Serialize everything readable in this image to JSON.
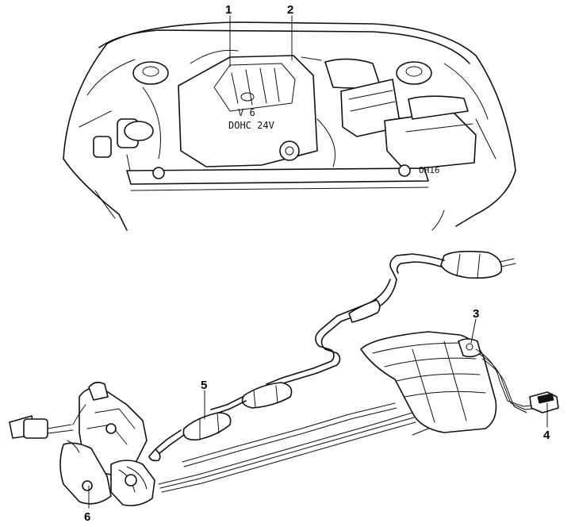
{
  "callouts": [
    {
      "id": "1",
      "label": "1"
    },
    {
      "id": "2",
      "label": "2"
    },
    {
      "id": "3",
      "label": "3"
    },
    {
      "id": "4",
      "label": "4"
    },
    {
      "id": "5",
      "label": "5"
    },
    {
      "id": "6",
      "label": "6"
    }
  ],
  "engine_cover_text": {
    "line1": "V 6",
    "line2": "DOHC 24V"
  },
  "frame_marking": "OH16"
}
